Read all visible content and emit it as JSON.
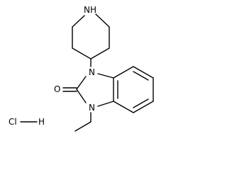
{
  "molecule": {
    "structure_kind": "skeletal-formula",
    "atom_labels": {
      "piperidine_nh": "NH",
      "n1": "N",
      "n3": "N",
      "carbonyl_o": "O",
      "hcl_cl": "Cl",
      "hcl_h": "H"
    },
    "colors": {
      "bond": "#000000",
      "label": "#000000",
      "background": "#ffffff"
    }
  }
}
